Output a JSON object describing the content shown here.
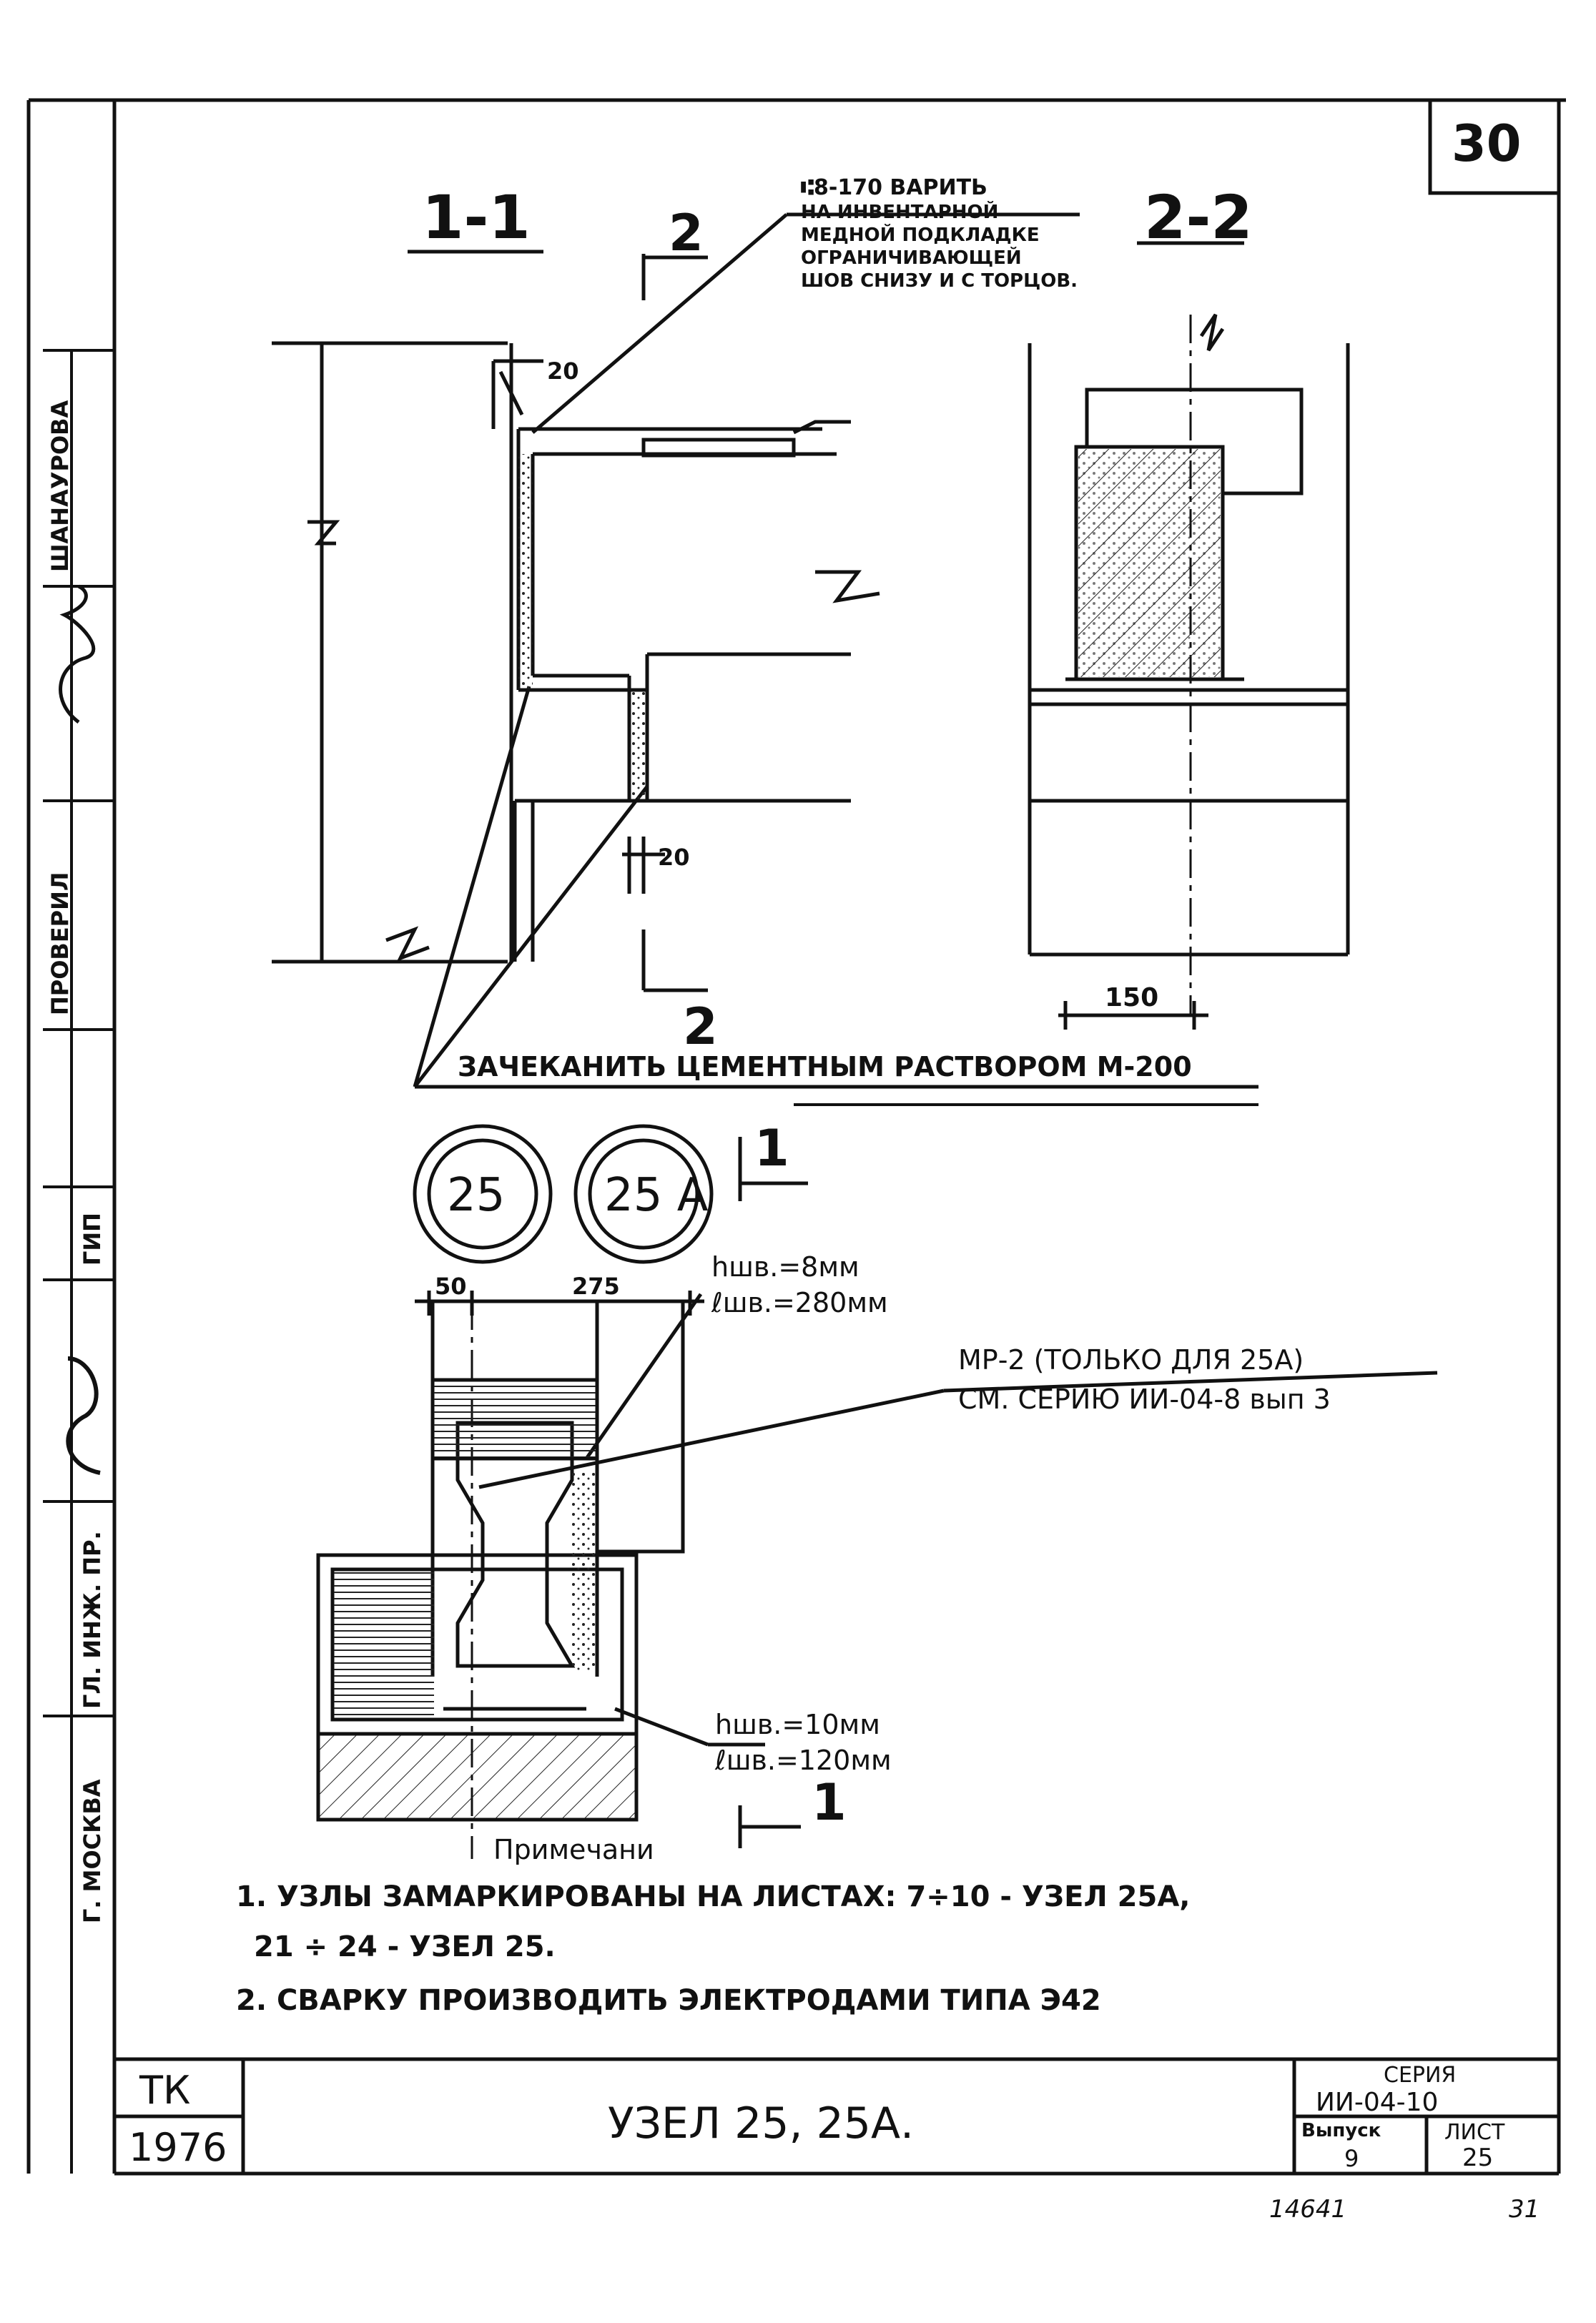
{
  "sheet_number": "30",
  "section_1_1": "1-1",
  "section_2_2": "2-2",
  "marker_2": "2",
  "marker_1": "1",
  "weld_note_lines": [
    "⑆8-170 ВАРИТЬ",
    "НА ИНВЕНТАРНОЙ",
    "МЕДНОЙ ПОДКЛАДКЕ",
    "ОГРАНИЧИВАЮЩЕЙ",
    "ШОВ СНИЗУ И С ТОРЦОВ."
  ],
  "dim_20_top": "20",
  "dim_20_bottom": "20",
  "dim_150": "150",
  "caulk_note": "ЗАЧЕКАНИТЬ ЦЕМЕНТНЫМ РАСТВОРОМ М-200",
  "node_25": "25",
  "node_25a": "25 A",
  "dim_50": "50",
  "dim_275": "275",
  "weld_top_h": "hшв.=8мм",
  "weld_top_l": "ℓшв.=280мм",
  "mr2_line1": "МР-2 (ТОЛЬКО ДЛЯ 25А)",
  "mr2_line2": "СМ. СЕРИЮ ИИ-04-8 вып 3",
  "weld_bottom_h": "hшв.=10мм",
  "weld_bottom_l": "ℓшв.=120мм",
  "notes_title": "Примечани",
  "note_1a": "1. УЗЛЫ ЗАМАРКИРОВАНЫ НА ЛИСТАХ: 7÷10 - УЗЕЛ 25А,",
  "note_1b": "21 ÷ 24 - УЗЕЛ 25.",
  "note_2": "2. СВАРКУ ПРОИЗВОДИТЬ ЭЛЕКТРОДАМИ ТИПА Э42",
  "tb_tk": "ТК",
  "tb_year": "1976",
  "tb_title": "УЗЕЛ 25, 25А.",
  "tb_series_label": "СЕРИЯ",
  "tb_series": "ИИ-04-10",
  "tb_issue_label": "Выпуск",
  "tb_issue": "9",
  "tb_sheet_label": "ЛИСТ",
  "tb_sheet": "25",
  "archive_number": "14641",
  "page_number": "31",
  "side_shanaurova": "ШАНАУРОВА",
  "side_proveril": "ПРОВЕРИЛ",
  "side_gip": "ГИП",
  "side_nach": "ГЛ. ИНЖ. ПР.",
  "side_moskva": "Г. МОСКВА"
}
